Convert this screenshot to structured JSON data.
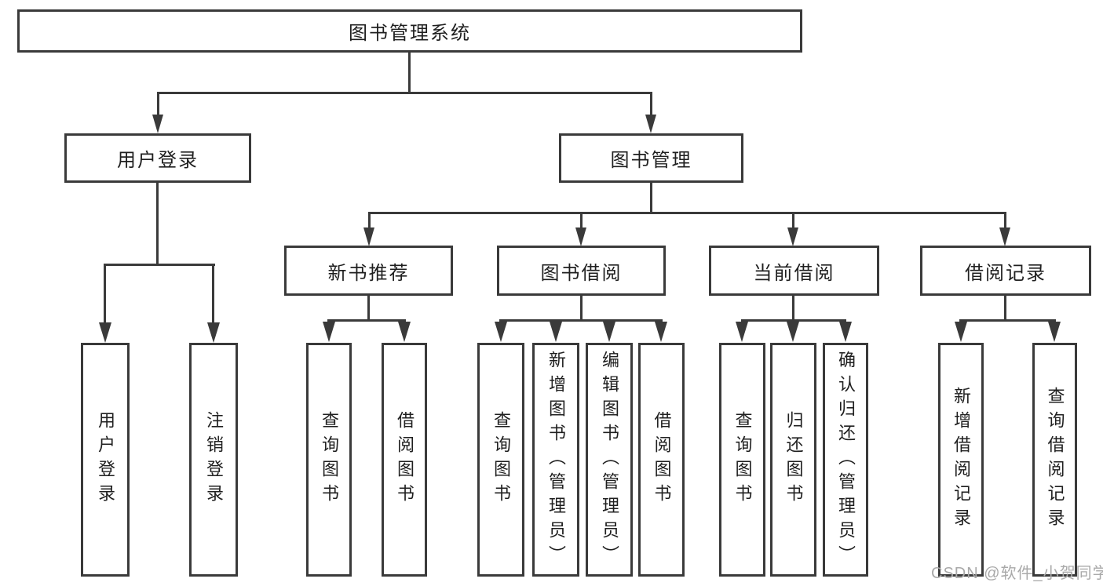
{
  "diagram": {
    "root": {
      "label": "图书管理系统"
    },
    "level2": {
      "user_login": {
        "label": "用户登录"
      },
      "book_mgmt": {
        "label": "图书管理"
      }
    },
    "level3": {
      "new_book": {
        "label": "新书推荐"
      },
      "borrow": {
        "label": "图书借阅"
      },
      "current": {
        "label": "当前借阅"
      },
      "record": {
        "label": "借阅记录"
      }
    },
    "leaves": {
      "login": {
        "label": "用户登录"
      },
      "logout": {
        "label": "注销登录"
      },
      "nb_query": {
        "label": "查询图书"
      },
      "nb_borrow": {
        "label": "借阅图书"
      },
      "bw_query": {
        "label": "查询图书"
      },
      "bw_add": {
        "label": "新增图书（管理员）"
      },
      "bw_edit": {
        "label": "编辑图书（管理员）"
      },
      "bw_borrow": {
        "label": "借阅图书"
      },
      "cu_query": {
        "label": "查询图书"
      },
      "cu_return": {
        "label": "归还图书"
      },
      "cu_confirm": {
        "label": "确认归还（管理员）"
      },
      "rc_add": {
        "label": "新增借阅记录"
      },
      "rc_query": {
        "label": "查询借阅记录"
      }
    },
    "watermark": "CSDN @软件_小贺同学",
    "colors": {
      "line": "#3a3a3a",
      "text": "#1f1f1f",
      "watermark": "#a9a9a9",
      "background": "#ffffff"
    }
  }
}
